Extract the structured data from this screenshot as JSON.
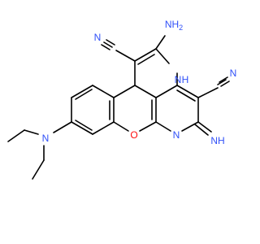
{
  "colors": {
    "bond": "#000000",
    "nitrogen": "#3050F8",
    "oxygen": "#FF0D0D",
    "background": "#ffffff"
  },
  "atoms": {
    "n_left_cn": "N",
    "n_right_cn": "N",
    "nh2": "NH",
    "nh2_sub": "2",
    "nh_ring": "N",
    "nh_ring_h": "H",
    "n_ring": "N",
    "o_ring": "O",
    "imine_nh": "NH",
    "n_diethyl": "N"
  }
}
